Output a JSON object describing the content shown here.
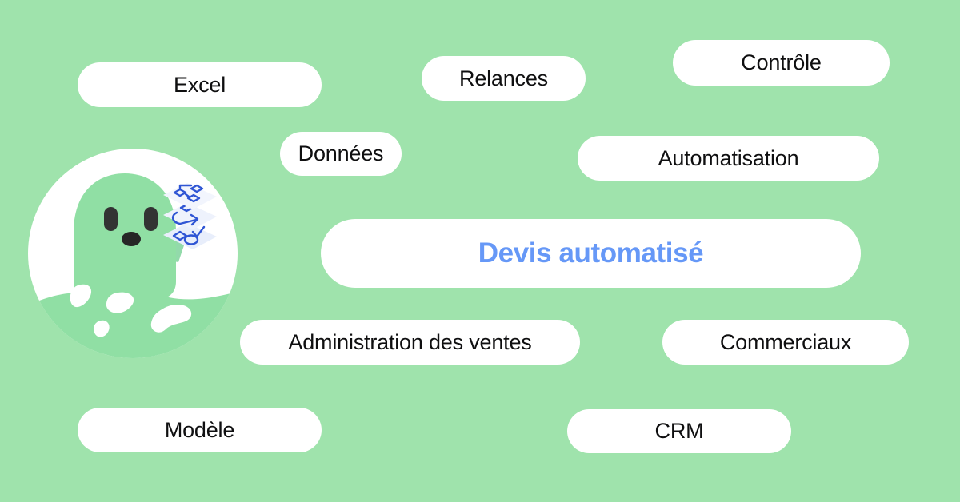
{
  "background": {
    "color": "#9fe3ac"
  },
  "mascot": {
    "name": "ghost-mascot-with-document-cards",
    "circle_color": "#ffffff",
    "body_color": "#90dfa4",
    "eye_color": "#333333",
    "card_icon_color": "#2f55d4"
  },
  "center": {
    "label": "Devis automatisé",
    "text_color": "#6698f7",
    "pill_color": "#ffffff"
  },
  "keywords": [
    {
      "id": "excel",
      "label": "Excel"
    },
    {
      "id": "relances",
      "label": "Relances"
    },
    {
      "id": "controle",
      "label": "Contrôle"
    },
    {
      "id": "donnees",
      "label": "Données"
    },
    {
      "id": "automatisation",
      "label": "Automatisation"
    },
    {
      "id": "adv",
      "label": "Administration des ventes"
    },
    {
      "id": "commerciaux",
      "label": "Commerciaux"
    },
    {
      "id": "modele",
      "label": "Modèle"
    },
    {
      "id": "crm",
      "label": "CRM"
    }
  ]
}
